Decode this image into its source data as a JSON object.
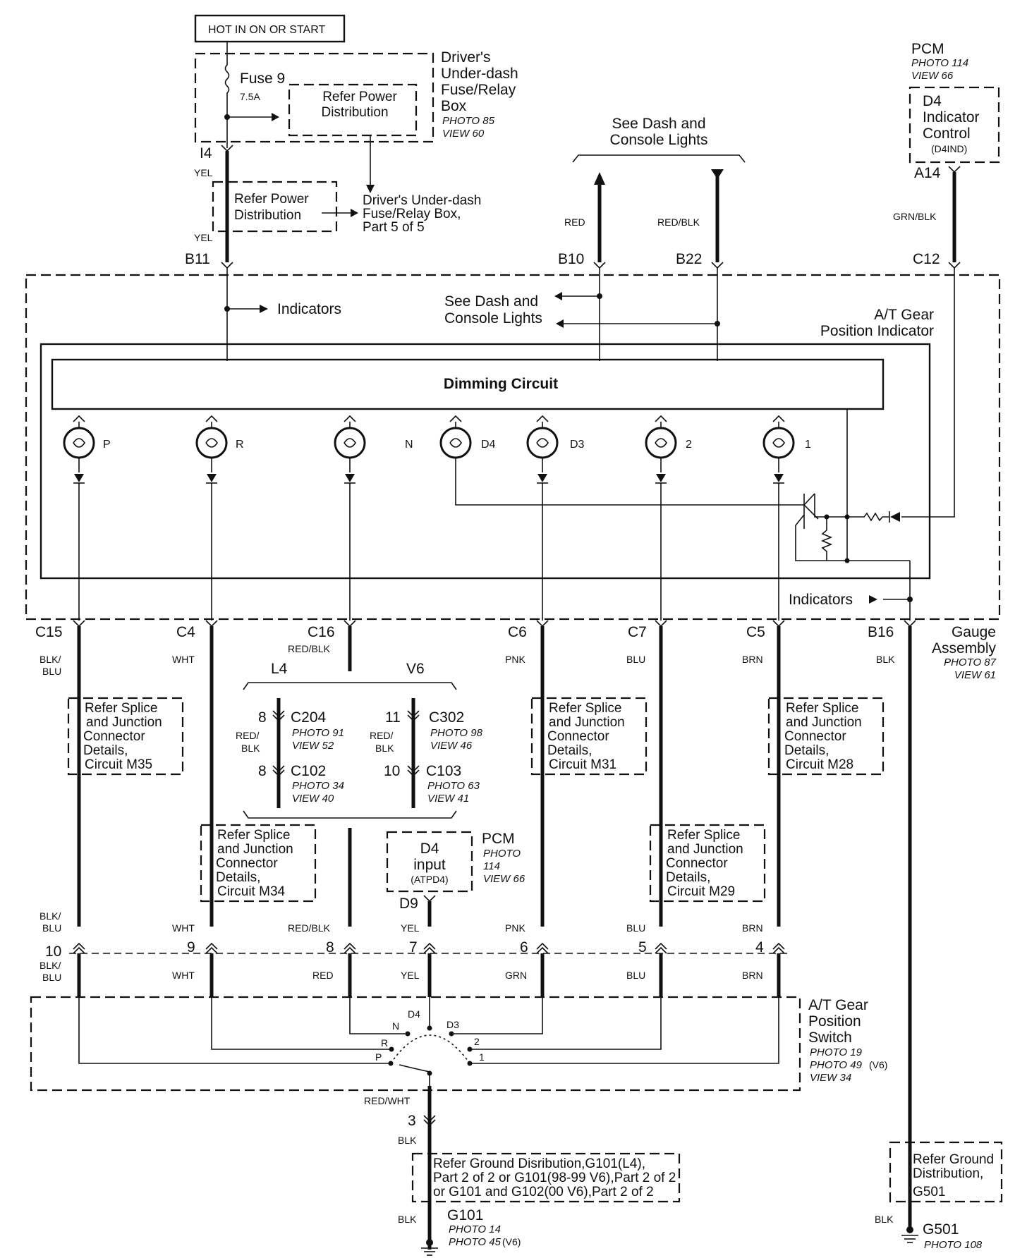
{
  "power": {
    "hot_label": "HOT IN ON OR START",
    "fuse_name": "Fuse 9",
    "fuse_rating": "7.5A",
    "refer_power_1": "Refer Power",
    "refer_power_2": "Distribution",
    "box_title": [
      "Driver's",
      "Under-dash",
      "Fuse/Relay",
      "Box"
    ],
    "box_photo": "PHOTO 85",
    "box_view": "VIEW 60",
    "pin_i4": "I4",
    "wire_yel_a": "YEL",
    "wire_yel_b": "YEL",
    "refer_power_b_1": "Refer Power",
    "refer_power_b_2": "Distribution",
    "part_text": [
      "Driver's Under-dash",
      "Fuse/Relay Box,",
      "Part 5 of 5"
    ]
  },
  "dash_top": {
    "title_1": "See Dash and",
    "title_2": "Console Lights",
    "wire_red": "RED",
    "wire_redblk": "RED/BLK",
    "pin_b10": "B10",
    "pin_b22": "B22",
    "pin_b11": "B11"
  },
  "pcm_top": {
    "title": "PCM",
    "photo": "PHOTO 114",
    "view": "VIEW 66",
    "box_1": "D4",
    "box_2": "Indicator",
    "box_3": "Control",
    "box_4": "(D4IND)",
    "pin_a14": "A14",
    "wire": "GRN/BLK",
    "pin_c12": "C12"
  },
  "gauge": {
    "indicators_top": "Indicators",
    "dash_1": "See Dash and",
    "dash_2": "Console Lights",
    "atgpi_1": "A/T Gear",
    "atgpi_2": "Position Indicator",
    "dimming": "Dimming Circuit",
    "lamps": [
      "P",
      "R",
      "N",
      "D4",
      "D3",
      "2",
      "1"
    ],
    "indicators_bottom": "Indicators",
    "assembly_1": "Gauge",
    "assembly_2": "Assembly",
    "assembly_photo": "PHOTO 87",
    "assembly_view": "VIEW 61"
  },
  "connectors": {
    "pins": [
      "C15",
      "C4",
      "C16",
      "C6",
      "C7",
      "C5",
      "B16"
    ],
    "colors_top": [
      "BLK/",
      "BLU",
      "WHT",
      "RED/BLK",
      "PNK",
      "BLU",
      "BRN",
      "BLK"
    ]
  },
  "inline": {
    "l4": "L4",
    "v6": "V6",
    "c204_pin": "8",
    "c204": "C204",
    "c204_photo": "PHOTO 91",
    "c204_view": "VIEW 52",
    "c102_pin": "8",
    "c102": "C102",
    "c102_photo": "PHOTO 34",
    "c102_view": "VIEW 40",
    "c302_pin": "11",
    "c302": "C302",
    "c302_photo": "PHOTO 98",
    "c302_view": "VIEW 46",
    "c103_pin": "10",
    "c103": "C103",
    "c103_photo": "PHOTO 63",
    "c103_view": "VIEW 41",
    "redblk_1": "RED/",
    "redblk_2": "BLK"
  },
  "splices": {
    "m35": [
      "Refer Splice",
      "and Junction",
      "Connector",
      "Details,",
      "Circuit M35"
    ],
    "m31": [
      "Refer Splice",
      "and Junction",
      "Connector",
      "Details,",
      "Circuit M31"
    ],
    "m28": [
      "Refer Splice",
      "and Junction",
      "Connector",
      "Details,",
      "Circuit M28"
    ],
    "m34": [
      "Refer Splice",
      "and Junction",
      "Connector",
      "Details,",
      "Circuit M34"
    ],
    "m29": [
      "Refer Splice",
      "and Junction",
      "Connector",
      "Details,",
      "Circuit M29"
    ]
  },
  "pcm_bottom": {
    "box_1": "D4",
    "box_2": "input",
    "box_3": "(ATPD4)",
    "title": "PCM",
    "photo_1": "PHOTO",
    "photo_2": "114",
    "view": "VIEW 66",
    "pin_d9": "D9"
  },
  "switch_conn": {
    "colors_above": [
      "BLK/",
      "BLU",
      "WHT",
      "RED/BLK",
      "YEL",
      "PNK",
      "BLU",
      "BRN"
    ],
    "pins": [
      "10",
      "9",
      "8",
      "7",
      "6",
      "5",
      "4"
    ],
    "colors_below": [
      "BLK/",
      "BLU",
      "WHT",
      "RED",
      "YEL",
      "GRN",
      "BLU",
      "BRN"
    ]
  },
  "switch": {
    "title_1": "A/T Gear",
    "title_2": "Position",
    "title_3": "Switch",
    "photo_1": "PHOTO 19",
    "photo_2": "PHOTO 49",
    "photo_2_suffix": "(V6)",
    "view": "VIEW 34",
    "positions": [
      "N",
      "D4",
      "D3",
      "R",
      "2",
      "P",
      "1"
    ]
  },
  "ground": {
    "wire_redwht": "RED/WHT",
    "pin_3": "3",
    "wire_blk_a": "BLK",
    "refer_g101": [
      "Refer Ground Disribution,G101(L4),",
      "Part 2 of 2 or G101(98-99 V6),Part 2 of 2",
      "or G101 and G102(00 V6),Part 2 of 2"
    ],
    "wire_blk_b": "BLK",
    "g101": "G101",
    "g101_photo_1": "PHOTO 14",
    "g101_photo_2": "PHOTO 45",
    "g101_photo_2_suffix": "(V6)",
    "refer_g501": [
      "Refer Ground",
      "Distribution,",
      "G501"
    ],
    "wire_blk_c": "BLK",
    "g501": "G501",
    "g501_photo": "PHOTO 108"
  }
}
